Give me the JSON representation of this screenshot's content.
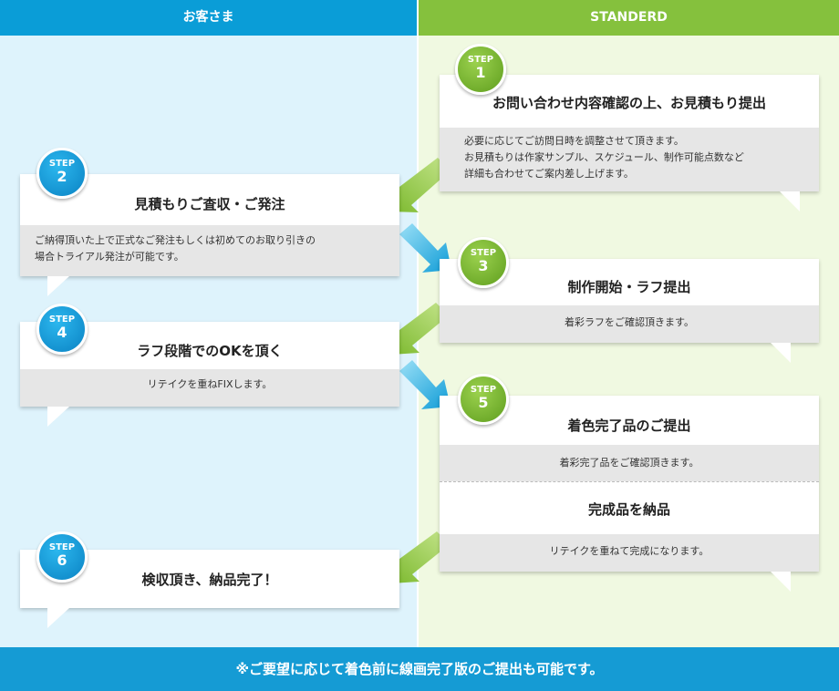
{
  "header": {
    "left": "お客さま",
    "right": "STANDERD"
  },
  "steps": {
    "s1": {
      "step": "STEP",
      "num": "1",
      "title": "お問い合わせ内容確認の上、お見積もり提出",
      "lines": [
        "必要に応じてご訪問日時を調整させて頂きます。",
        "お見積もりは作家サンプル、スケジュール、制作可能点数など",
        "詳細も合わせてご案内差し上げます。"
      ]
    },
    "s2": {
      "step": "STEP",
      "num": "2",
      "title": "見積もりご査収・ご発注",
      "lines": [
        "ご納得頂いた上で正式なご発注もしくは初めてのお取り引きの",
        "場合トライアル発注が可能です。"
      ]
    },
    "s3": {
      "step": "STEP",
      "num": "3",
      "title": "制作開始・ラフ提出",
      "text": "着彩ラフをご確認頂きます。"
    },
    "s4": {
      "step": "STEP",
      "num": "4",
      "title": "ラフ段階でのOKを頂く",
      "text": "リテイクを重ねFIXします。"
    },
    "s5": {
      "step": "STEP",
      "num": "5",
      "title": "着色完了品のご提出",
      "text": "着彩完了品をご確認頂きます。",
      "title2": "完成品を納品",
      "text2": "リテイクを重ねて完成になります。"
    },
    "s6": {
      "step": "STEP",
      "num": "6",
      "title": "検収頂き、納品完了！"
    }
  },
  "footer": {
    "note": "※ご要望に応じて着色前に線画完了版のご提出も可能です。"
  },
  "colors": {
    "blue": "#0a9dd7",
    "green": "#85c13d"
  }
}
